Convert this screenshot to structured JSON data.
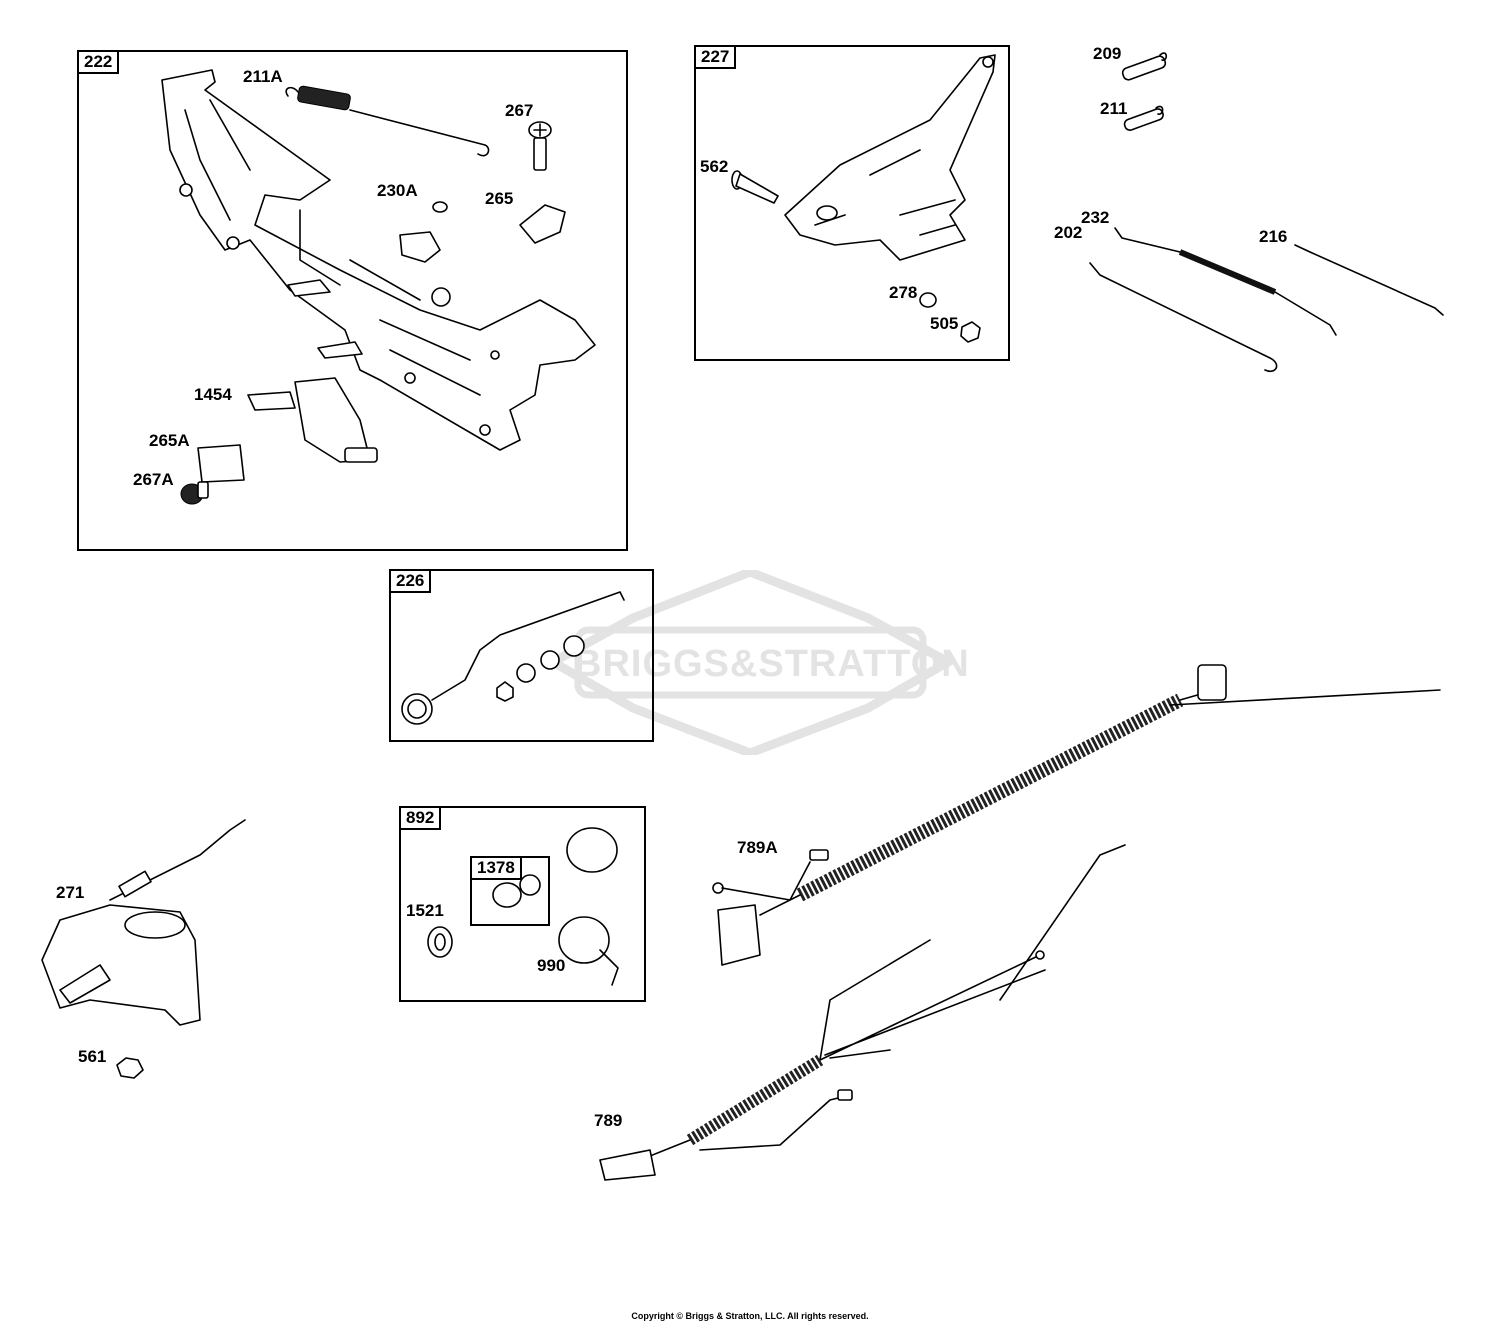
{
  "groups": {
    "g222": "222",
    "g227": "227",
    "g226": "226",
    "g892": "892",
    "g1378": "1378"
  },
  "callouts": {
    "p211A": "211A",
    "p267": "267",
    "p230A": "230A",
    "p265": "265",
    "p1454": "1454",
    "p265A": "265A",
    "p267A": "267A",
    "p562": "562",
    "p278": "278",
    "p505": "505",
    "p209": "209",
    "p211": "211",
    "p232": "232",
    "p216": "216",
    "p202": "202",
    "p789A": "789A",
    "p271": "271",
    "p561": "561",
    "p1521": "1521",
    "p990": "990",
    "p789": "789"
  },
  "watermark": "BRIGGS&STRATTON",
  "copyright": "Copyright © Briggs & Stratton, LLC. All rights reserved."
}
